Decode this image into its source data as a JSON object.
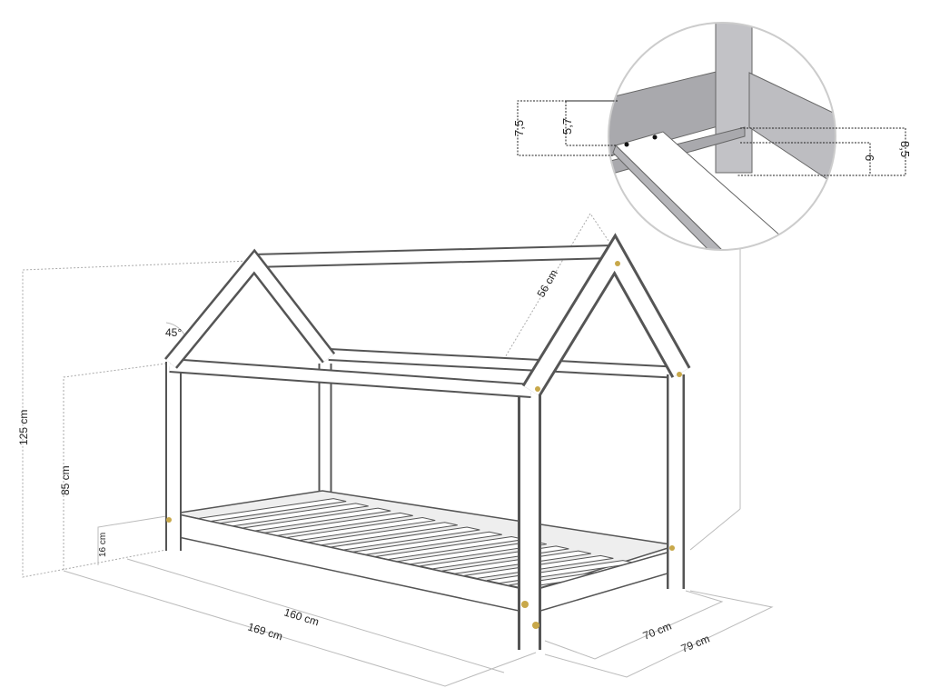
{
  "title": "House bed dimension drawing",
  "dimensions": {
    "total_height": "125 cm",
    "side_height": "85 cm",
    "base_height": "16 cm",
    "roof_angle": "45°",
    "roof_length": "56 cm",
    "inner_length": "160 cm",
    "outer_length": "169 cm",
    "inner_width": "70 cm",
    "outer_width": "79 cm"
  },
  "detail": {
    "rail_height": "7,5",
    "slat_offset": "5,7",
    "side_rail_height": "8,5",
    "side_rail_offset": "6"
  },
  "colors": {
    "line": "#555555",
    "shade": "#a9a9ad",
    "bolt": "#c8a84a"
  }
}
